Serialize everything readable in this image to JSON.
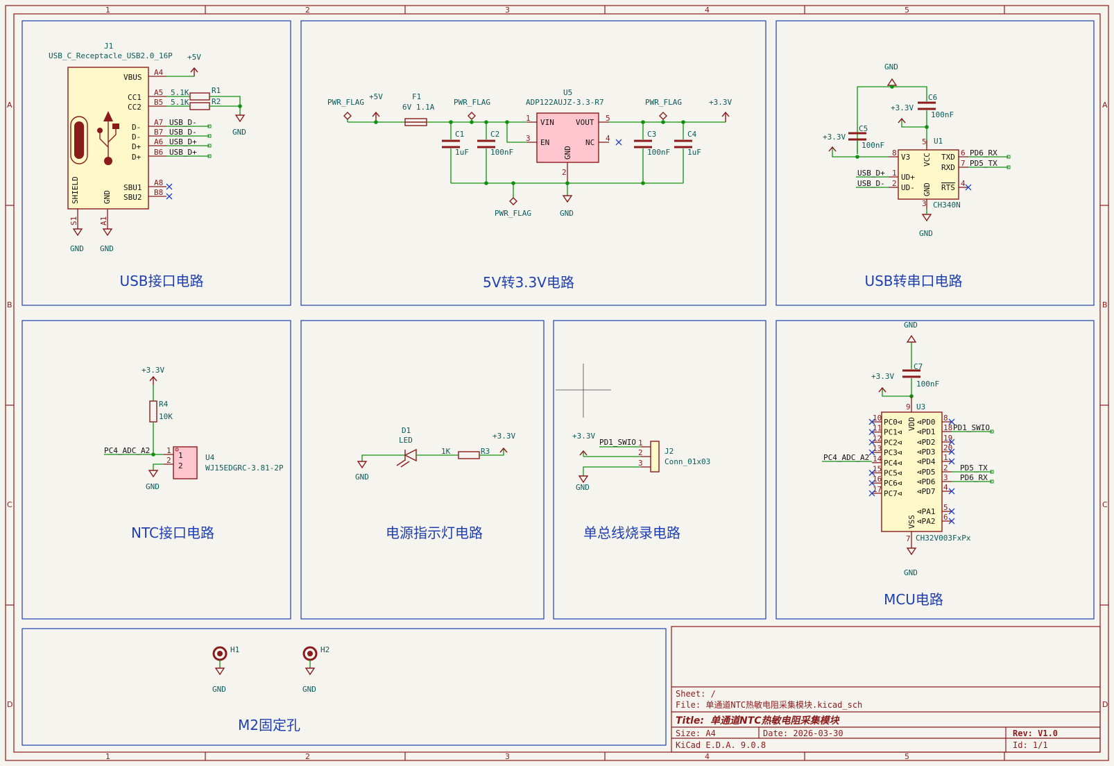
{
  "zones": {
    "cols": [
      "1",
      "2",
      "3",
      "4",
      "5"
    ],
    "rows": [
      "A",
      "B",
      "C",
      "D"
    ]
  },
  "blocks": {
    "usb": "USB接口电路",
    "ldo": "5V转3.3V电路",
    "uart": "USB转串口电路",
    "ntc": "NTC接口电路",
    "led": "电源指示灯电路",
    "swio": "单总线烧录电路",
    "mcu": "MCU电路",
    "holes": "M2固定孔"
  },
  "usb": {
    "ref": "J1",
    "value": "USB_C_Receptacle_USB2.0_16P",
    "pins_left": [
      "VBUS",
      "CC1",
      "CC2",
      "D-",
      "D-",
      "D+",
      "D+",
      "SBU1",
      "SBU2"
    ],
    "pin_nums": [
      "A4",
      "A5",
      "B5",
      "A7",
      "B7",
      "A6",
      "B6",
      "A8",
      "B8"
    ],
    "shield": "SHIELD",
    "gnd_pin": "GND",
    "pin_s1": "S1",
    "pin_a1": "A1",
    "r1": "R1",
    "r2": "R2",
    "r1v": "5.1K",
    "r2v": "5.1K",
    "nets": [
      "USB_D-",
      "USB_D-",
      "USB_D+",
      "USB_D+"
    ],
    "plus5": "+5V",
    "gnd": "GND"
  },
  "ldo": {
    "pwr_flag": "PWR_FLAG",
    "plus5": "+5V",
    "f1": "F1",
    "f1v": "6V 1.1A",
    "u5": "U5",
    "u5v": "ADP122AUJZ-3.3-R7",
    "vin": "VIN",
    "en": "EN",
    "vout": "VOUT",
    "nc": "NC",
    "gnd": "GND",
    "p1": "1",
    "p3": "3",
    "p5": "5",
    "p4": "4",
    "p2": "2",
    "c1": "C1",
    "c1v": "1uF",
    "c2": "C2",
    "c2v": "100nF",
    "c3": "C3",
    "c3v": "100nF",
    "c4": "C4",
    "c4v": "1uF",
    "plus33": "+3.3V"
  },
  "uart": {
    "gnd": "GND",
    "c6": "C6",
    "c6v": "100nF",
    "plus33": "+3.3V",
    "c5": "C5",
    "c5v": "100nF",
    "u1": "U1",
    "u1v": "CH340N",
    "v3": "V3",
    "vcc": "VCC",
    "txd": "TXD",
    "rxd": "RXD",
    "udp": "UD+",
    "udm": "UD-",
    "gndp": "GND",
    "rts": "RTS",
    "n8": "8",
    "n5": "5",
    "n6": "6",
    "n7": "7",
    "n1": "1",
    "n2": "2",
    "n4": "4",
    "n3": "3",
    "pd6rx": "PD6_RX",
    "pd5tx": "PD5_TX",
    "usbdp": "USB_D+",
    "usbdm": "USB_D-"
  },
  "ntc": {
    "plus33": "+3.3V",
    "r4": "R4",
    "r4v": "10K",
    "net": "PC4_ADC_A2",
    "u4": "U4",
    "u4v": "WJ15EDGRC-3.81-2P",
    "p1": "1",
    "p2": "2",
    "gnd": "GND"
  },
  "led": {
    "d1": "D1",
    "d1v": "LED",
    "r3": "R3",
    "r3v": "1K",
    "plus33": "+3.3V",
    "gnd": "GND"
  },
  "swio": {
    "plus33": "+3.3V",
    "net": "PD1_SWIO",
    "j2": "J2",
    "j2v": "Conn_01x03",
    "p1": "1",
    "p2": "2",
    "p3": "3",
    "gnd": "GND"
  },
  "mcu": {
    "gnd": "GND",
    "c7": "C7",
    "c7v": "100nF",
    "plus33": "+3.3V",
    "u3": "U3",
    "u3v": "CH32V003FxPx",
    "vdd": "VDD",
    "vss": "VSS",
    "n9": "9",
    "n7": "7",
    "left_pins": [
      "PC0",
      "PC1",
      "PC2",
      "PC3",
      "PC4",
      "PC5",
      "PC6",
      "PC7"
    ],
    "left_nums": [
      "10",
      "11",
      "12",
      "13",
      "14",
      "15",
      "16",
      "17"
    ],
    "right_pins": [
      "PD0",
      "PD1",
      "PD2",
      "PD3",
      "PD4",
      "PD5",
      "PD6",
      "PD7",
      "PA1",
      "PA2"
    ],
    "right_nums": [
      "8",
      "18",
      "19",
      "20",
      "1",
      "2",
      "3",
      "4",
      "5",
      "6"
    ],
    "pc4": "PC4_ADC_A2",
    "swio": "PD1_SWIO",
    "pd5tx": "PD5_TX",
    "pd6rx": "PD6_RX"
  },
  "holes": {
    "h1": "H1",
    "h2": "H2",
    "gnd": "GND"
  },
  "titleblock": {
    "sheet": "Sheet: /",
    "file": "File: 单通道NTC热敏电阻采集模块.kicad_sch",
    "title_label": "Title:",
    "title": "单通道NTC热敏电阻采集模块",
    "size": "Size: A4",
    "date": "Date: 2026-03-30",
    "rev": "Rev: V1.0",
    "kicad": "KiCad E.D.A. 9.0.8",
    "id": "Id: 1/1"
  }
}
